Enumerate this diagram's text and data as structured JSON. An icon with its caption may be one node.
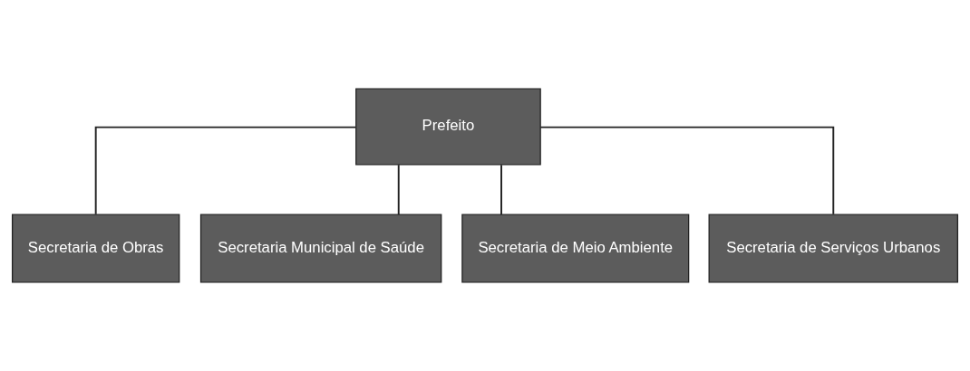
{
  "diagram": {
    "nodes": [
      {
        "text": [
          "Prefeito"
        ]
      },
      {
        "text": [
          "Secretaria de Obras"
        ]
      },
      {
        "text": [
          "Secretaria Municipal de Saúde"
        ]
      },
      {
        "text": [
          "Secretaria de Meio Ambiente"
        ]
      },
      {
        "text": [
          "Secretaria de Serviços Urbanos"
        ]
      }
    ],
    "edges": [
      {
        "from": 0,
        "to": 1,
        "arrow": "none"
      },
      {
        "from": 0,
        "to": 2,
        "arrow": "none"
      },
      {
        "from": 0,
        "to": 3,
        "arrow": "none"
      },
      {
        "from": 0,
        "to": 4,
        "arrow": "none"
      }
    ]
  }
}
